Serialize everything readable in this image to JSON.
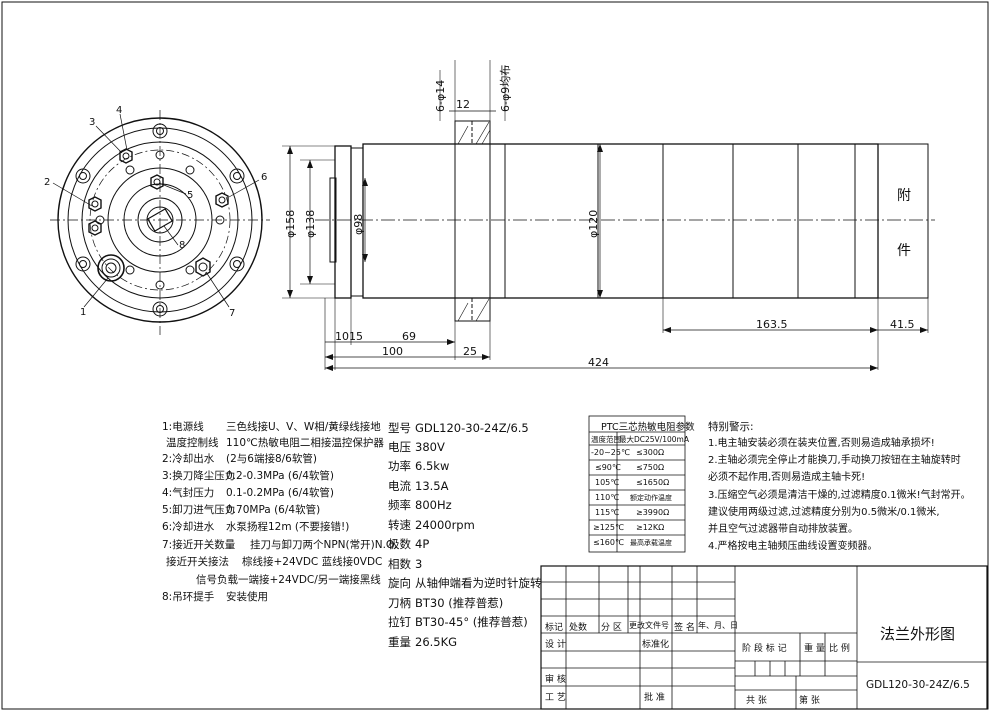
{
  "dimensions": {
    "d158": "φ158",
    "d138": "φ138",
    "d98": "φ98",
    "d120": "φ120",
    "hole14": "6-φ14",
    "hole9": "6-φ9均布",
    "w12": "12",
    "d10": "10",
    "d15": "15",
    "d69": "69",
    "d100": "100",
    "d25": "25",
    "d424": "424",
    "d163": "163.5",
    "d41": "41.5"
  },
  "front_labels": [
    "1",
    "2",
    "3",
    "4",
    "5",
    "6",
    "7",
    "8"
  ],
  "accessory": {
    "line1": "附",
    "line2": "件"
  },
  "notes": [
    {
      "label": "1:电源线",
      "value": "三色线接U、V、W相/黄绿线接地"
    },
    {
      "label": "温度控制线",
      "value": "110℃热敏电阻二相接温控保护器"
    },
    {
      "label": "2:冷却出水",
      "value": "(2与6端接8/6软管)"
    },
    {
      "label": "3:换刀降尘压力",
      "value": "0.2-0.3MPa (6/4软管)"
    },
    {
      "label": "4:气封压力",
      "value": "0.1-0.2MPa (6/4软管)"
    },
    {
      "label": "5:卸刀进气压力",
      "value": "0.70MPa  (6/4软管)"
    },
    {
      "label": "6:冷却进水",
      "value": "水泵扬程12m (不要接错!)"
    },
    {
      "label": "7:接近开关数量",
      "value": "挂刀与卸刀两个NPN(常开)N.O."
    },
    {
      "label": "接近开关接法",
      "value": "棕线接+24VDC  蓝线接0VDC"
    },
    {
      "label": "",
      "value": "信号负载一端接+24VDC/另一端接黑线"
    },
    {
      "label": "8:吊环提手",
      "value": "安装使用"
    }
  ],
  "specs": [
    {
      "k": "型号",
      "v": "GDL120-30-24Z/6.5"
    },
    {
      "k": "电压",
      "v": "380V"
    },
    {
      "k": "功率",
      "v": "6.5kw"
    },
    {
      "k": "电流",
      "v": "13.5A"
    },
    {
      "k": "频率",
      "v": "800Hz"
    },
    {
      "k": "转速",
      "v": "24000rpm"
    },
    {
      "k": "极数",
      "v": "4P"
    },
    {
      "k": "相数",
      "v": "3"
    },
    {
      "k": "旋向",
      "v": "从轴伸端看为逆时针旋转"
    },
    {
      "k": "刀柄",
      "v": "BT30 (推荐普惹)"
    },
    {
      "k": "拉钉",
      "v": "BT30-45° (推荐普惹)"
    },
    {
      "k": "重量",
      "v": "26.5KG"
    }
  ],
  "ptc": {
    "title": "PTC三芯热敏电阻参数",
    "header": [
      "温度范围",
      "最大DC25V/100mA"
    ],
    "rows": [
      [
        "-20~25℃",
        "≤300Ω"
      ],
      [
        "≤90℃",
        "≤750Ω"
      ],
      [
        "105℃",
        "≤1650Ω"
      ],
      [
        "110℃",
        "额定动作温度"
      ],
      [
        "115℃",
        "≥3990Ω"
      ],
      [
        "≥125℃",
        "≥12KΩ"
      ],
      [
        "≤160℃",
        "最高承载温度"
      ]
    ]
  },
  "warnings": {
    "title": "特别警示:",
    "lines": [
      "1.电主轴安装必须在装夹位置,否则易造成轴承损坏!",
      "2.主轴必须完全停止才能换刀,手动换刀按钮在主轴旋转时",
      "   必须不起作用,否则易造成主轴卡死!",
      "3.压缩空气必须是清洁干燥的,过滤精度0.1微米!气封常开。",
      "   建议使用两级过滤,过滤精度分别为0.5微米/0.1微米,",
      "   并且空气过滤器带自动排放装置。",
      "4.严格按电主轴频压曲线设置变频器。"
    ]
  },
  "title_block": {
    "h_mark": "标记",
    "h_count": "处数",
    "h_zone": "分 区",
    "h_doc": "更改文件号",
    "h_sign": "签 名",
    "h_date": "年、月、日",
    "design": "设 计",
    "standard": "标准化",
    "check": "审 核",
    "process": "工 艺",
    "approve": "批 准",
    "stage": "阶 段 标 记",
    "weight": "重 量",
    "scale": "比 例",
    "sheet_total": "共    张",
    "sheet_no": "第    张",
    "drawing_name": "法兰外形图",
    "drawing_code": "GDL120-30-24Z/6.5"
  }
}
